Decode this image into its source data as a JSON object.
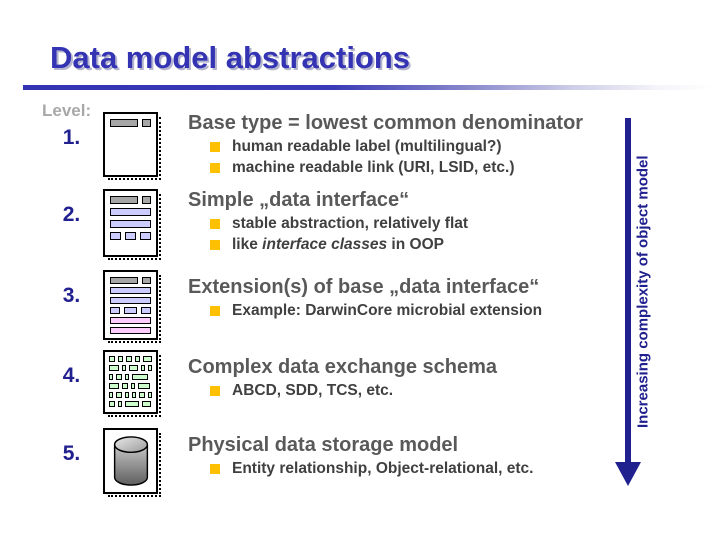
{
  "slide": {
    "title": "Data model abstractions",
    "level_label": "Level:",
    "arrow_label": "Increasing complexity of object model",
    "levels": [
      {
        "number": "1.",
        "icon": "blank-document-icon",
        "heading": "Base type = lowest common denominator",
        "bullets": [
          {
            "text": "human readable label (multilingual?)"
          },
          {
            "text": "machine readable link (URI, LSID, etc.)"
          }
        ]
      },
      {
        "number": "2.",
        "icon": "simple-form-document-icon",
        "heading": "Simple „data interface“",
        "bullets": [
          {
            "text": "stable abstraction, relatively flat"
          },
          {
            "text_pre": "like ",
            "text_italic": "interface classes",
            "text_post": " in OOP"
          }
        ]
      },
      {
        "number": "3.",
        "icon": "extended-form-document-icon",
        "heading": "Extension(s) of base „data interface“",
        "bullets": [
          {
            "text": "Example: DarwinCore microbial extension"
          }
        ]
      },
      {
        "number": "4.",
        "icon": "schema-grid-document-icon",
        "heading": "Complex data exchange schema",
        "bullets": [
          {
            "text": "ABCD, SDD, TCS, etc."
          }
        ]
      },
      {
        "number": "5.",
        "icon": "database-cylinder-icon",
        "heading": "Physical data storage model",
        "bullets": [
          {
            "text": "Entity relationship, Object-relational, etc."
          }
        ]
      }
    ],
    "colors": {
      "title_blue": "#3333B3",
      "navy": "#20208F",
      "heading_gray": "#595959",
      "bullet_text_gray": "#404040",
      "bullet_marker_gold": "#FFC000",
      "level_label_gray": "#A8A8A8",
      "bar_gray": "#A6A6A6",
      "lavender": "#CCCCFF",
      "pink": "#FFCCFF",
      "pale_green": "#CCFFCC"
    }
  }
}
